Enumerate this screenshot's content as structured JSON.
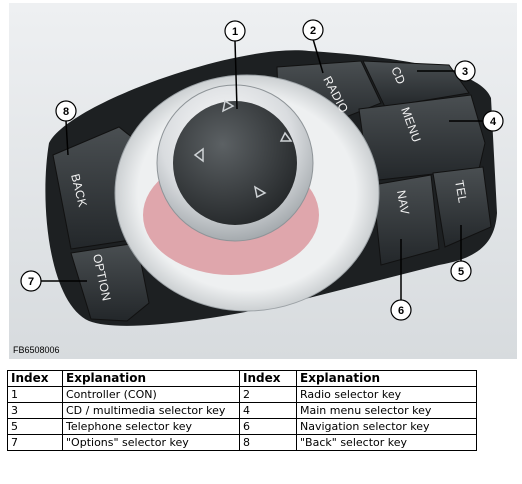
{
  "figure": {
    "code": "FB6508006",
    "key_labels": {
      "radio": "RADIO",
      "cd": "CD",
      "menu": "MENU",
      "nav": "NAV",
      "tel": "TEL",
      "back": "BACK",
      "option": "OPTION"
    },
    "callouts": [
      "1",
      "2",
      "3",
      "4",
      "5",
      "6",
      "7",
      "8"
    ]
  },
  "table": {
    "headers": [
      "Index",
      "Explanation",
      "Index",
      "Explanation"
    ],
    "rows": [
      [
        "1",
        "Controller (CON)",
        "2",
        "Radio selector key"
      ],
      [
        "3",
        "CD / multimedia selector key",
        "4",
        "Main menu selector key"
      ],
      [
        "5",
        "Telephone selector key",
        "6",
        "Navigation selector key"
      ],
      [
        "7",
        "\"Options\" selector key",
        "8",
        "\"Back\" selector key"
      ]
    ]
  }
}
